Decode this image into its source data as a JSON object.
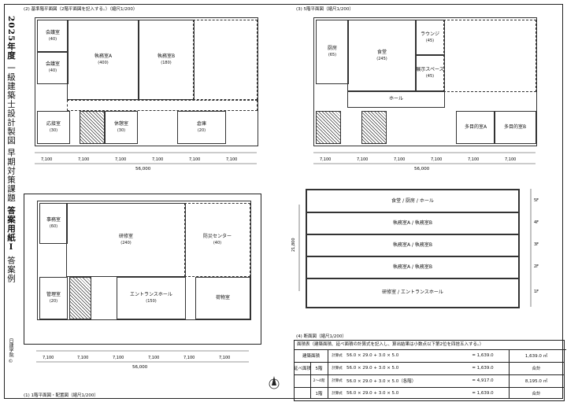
{
  "side_title": {
    "year": "2025年度",
    "exam": "一級建築士設計製図",
    "category": "早期対策課題",
    "sheet": "答案用紙Ⅰ",
    "kind": "答案例",
    "footer": "日建学院 ©"
  },
  "plans": {
    "plan2": {
      "caption": "(2) 基準階平面図（2階平面図を記入する。）（縮尺1/200）",
      "rooms": [
        {
          "name": "会議室",
          "area": "(40)"
        },
        {
          "name": "会議室",
          "area": "(40)"
        },
        {
          "name": "執務室A",
          "area": "(400)"
        },
        {
          "name": "執務室B",
          "area": "(180)"
        },
        {
          "name": "応接室",
          "area": "(30)"
        },
        {
          "name": "休憩室",
          "area": "(30)"
        },
        {
          "name": "倉庫",
          "area": "(20)"
        }
      ],
      "dims": [
        "7,100",
        "7,100",
        "7,100",
        "7,100",
        "7,100",
        "7,100"
      ],
      "total": "56,000"
    },
    "plan5": {
      "caption": "(3) 5階平面図（縮尺1/200）",
      "rooms": [
        {
          "name": "厨房",
          "area": "(65)"
        },
        {
          "name": "食堂",
          "area": "(245)"
        },
        {
          "name": "ラウンジ",
          "area": "(45)"
        },
        {
          "name": "展示スペース",
          "area": "(45)"
        },
        {
          "name": "ホール",
          "area": ""
        },
        {
          "name": "多目的室A",
          "area": ""
        },
        {
          "name": "多目的室B",
          "area": ""
        }
      ],
      "dims": [
        "7,100",
        "7,100",
        "7,100",
        "7,100",
        "7,100",
        "7,100"
      ],
      "total": "56,000"
    },
    "plan1": {
      "caption": "(1) 1階平面図・配置図（縮尺1/200）",
      "rooms": [
        {
          "name": "研修室",
          "area": "(240)"
        },
        {
          "name": "事務室",
          "area": "(60)"
        },
        {
          "name": "エントランスホール",
          "area": "(150)"
        },
        {
          "name": "管理室",
          "area": "(20)"
        },
        {
          "name": "防災センター",
          "area": "(40)"
        },
        {
          "name": "荷物室",
          "area": ""
        }
      ],
      "dims": [
        "7,100",
        "7,100",
        "7,100",
        "7,100",
        "7,100",
        "7,100"
      ],
      "total": "56,000"
    },
    "section": {
      "caption": "(4) 断面図（縮尺1/200）",
      "floors": [
        {
          "name": "5F",
          "label": "食堂 / 厨房 / ホール"
        },
        {
          "name": "4F",
          "label": "執務室A / 執務室B"
        },
        {
          "name": "3F",
          "label": "執務室A / 執務室B"
        },
        {
          "name": "2F",
          "label": "執務室A / 執務室B"
        },
        {
          "name": "1F",
          "label": "研修室 / エントランスホール"
        }
      ],
      "height": "21,800"
    }
  },
  "area_table": {
    "title": "面積表（建築面積、延べ面積の計算式を記入し、算出結果は小数点以下第2位を四捨五入する。）",
    "col_calc": "計算式",
    "col_total": "合計",
    "rows": [
      {
        "label": "建築面積",
        "sub": "",
        "formula": "56.0 × 29.0 + 3.0 × 5.0",
        "result": "= 1,639.0",
        "total": "1,639.0 ㎡"
      },
      {
        "label": "延べ面積",
        "sub": "5階",
        "formula": "56.0 × 29.0 + 3.0 × 5.0",
        "result": "= 1,639.0",
        "total": "8,195.0 ㎡"
      },
      {
        "label": "",
        "sub": "2〜4階",
        "formula": "56.0 × 29.0 + 3.0 × 5.0（各階）",
        "result": "= 4,917.0",
        "total": ""
      },
      {
        "label": "",
        "sub": "1階",
        "formula": "56.0 × 29.0 + 3.0 × 5.0",
        "result": "= 1,639.0",
        "total": "合計"
      }
    ]
  }
}
